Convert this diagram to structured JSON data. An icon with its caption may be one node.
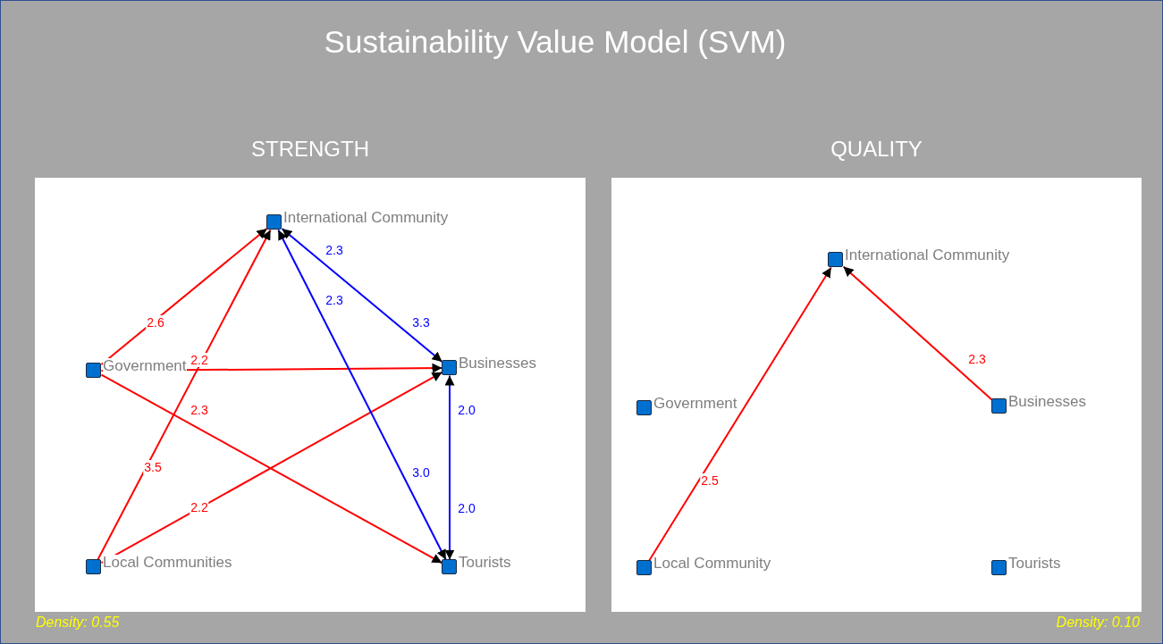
{
  "diagram": {
    "title": "Sustainability Value Model (SVM)",
    "nodes": [
      {
        "text": [
          "STRENGTH"
        ],
        "beside": [
          "Density: 0.55"
        ]
      },
      {
        "text": [],
        "shape": "box",
        "in": 0,
        "beside": [
          "International Community"
        ]
      },
      {
        "text": [],
        "shape": "box",
        "in": 0,
        "beside": [
          "Government"
        ]
      },
      {
        "text": [],
        "shape": "box",
        "in": 0,
        "beside": [
          "Businesses"
        ]
      },
      {
        "text": [],
        "shape": "box",
        "in": 0,
        "beside": [
          "Local Communities"
        ]
      },
      {
        "text": [],
        "shape": "box",
        "in": 0,
        "beside": [
          "Tourists"
        ]
      },
      {
        "text": [
          "QUALITY"
        ],
        "beside": [
          "Density: 0.10"
        ]
      },
      {
        "text": [],
        "shape": "box",
        "in": 6,
        "beside": [
          "International Community"
        ]
      },
      {
        "text": [],
        "shape": "box",
        "in": 6,
        "beside": [
          "Government"
        ]
      },
      {
        "text": [],
        "shape": "box",
        "in": 6,
        "beside": [
          "Businesses"
        ]
      },
      {
        "text": [],
        "shape": "box",
        "in": 6,
        "beside": [
          "Local Community"
        ]
      },
      {
        "text": [],
        "shape": "box",
        "in": 6,
        "beside": [
          "Tourists"
        ]
      }
    ],
    "edges": [
      {
        "from": 2,
        "to": 1,
        "arrow": "to",
        "label": "2.6"
      },
      {
        "from": 4,
        "to": 1,
        "arrow": "to",
        "label": "3.5"
      },
      {
        "from": 2,
        "to": 3,
        "arrow": "to",
        "label": "2.2"
      },
      {
        "from": 2,
        "to": 5,
        "arrow": "to",
        "label": "2.3"
      },
      {
        "from": 4,
        "to": 3,
        "arrow": "to",
        "label": "2.2"
      },
      {
        "from": 1,
        "to": 3,
        "arrow": "both",
        "label": "2.3",
        "color": "#0000ff"
      },
      {
        "from": 1,
        "to": 5,
        "arrow": "both",
        "label": "2.3",
        "color": "#0000ff"
      },
      {
        "from": 3,
        "to": 5,
        "arrow": "both",
        "label": "2.0",
        "color": "#0000ff"
      },
      {
        "from": 10,
        "to": 7,
        "arrow": "to",
        "label": "2.5"
      },
      {
        "from": 9,
        "to": 7,
        "arrow": "to",
        "label": "2.3"
      }
    ],
    "labels": [
      "3.3",
      "3.0",
      "2.0"
    ]
  }
}
